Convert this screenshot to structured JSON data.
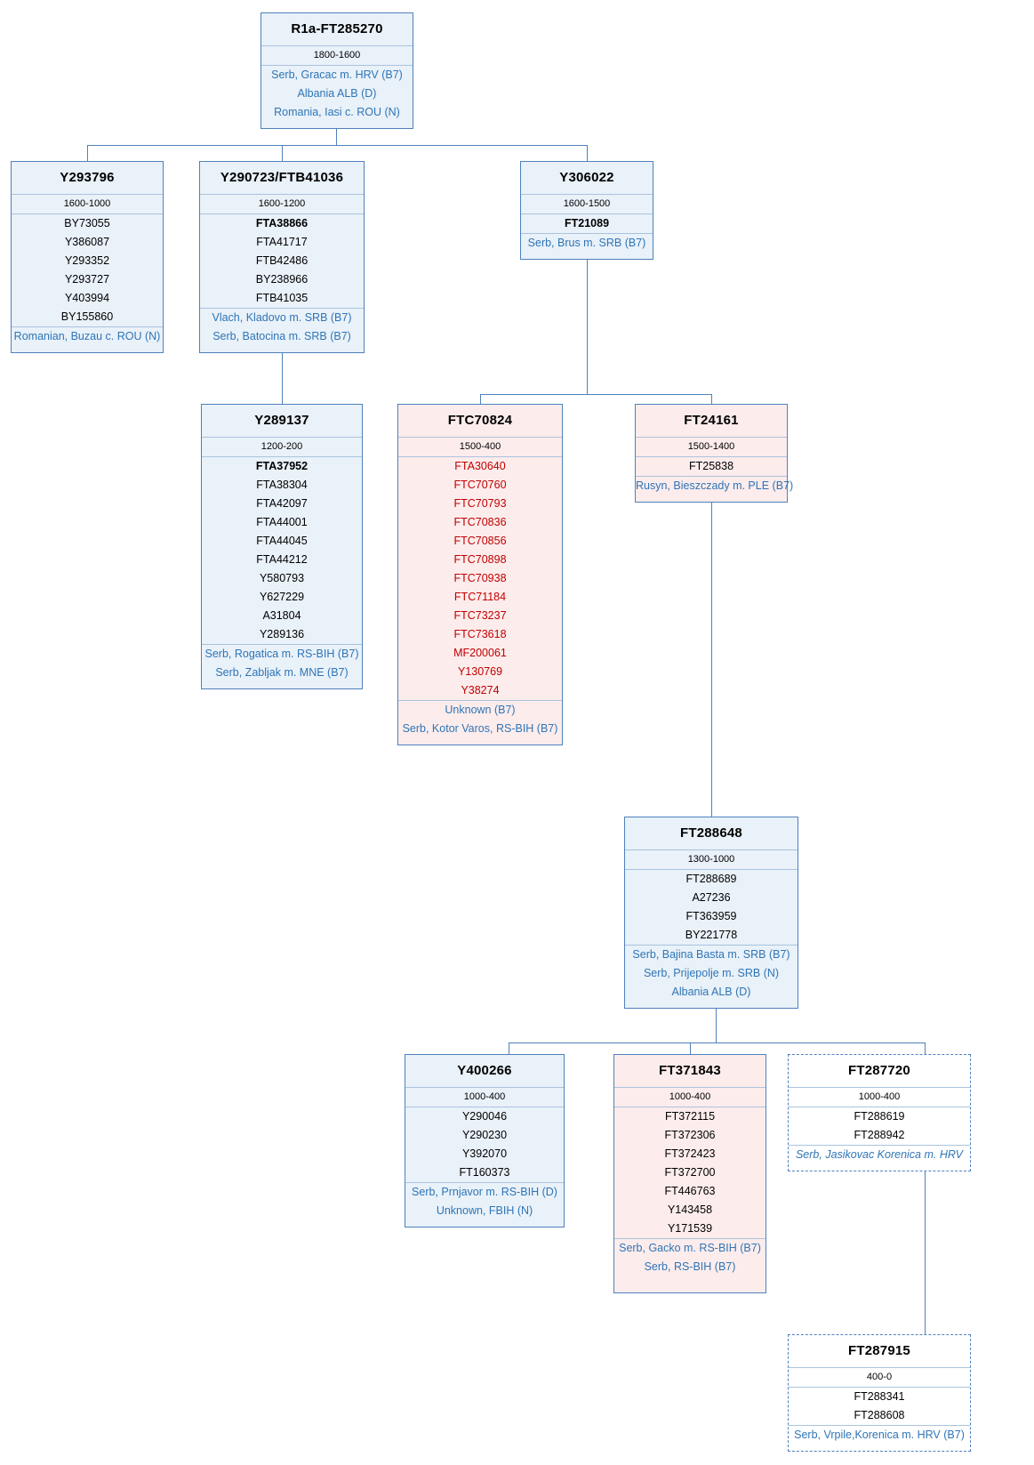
{
  "palette": {
    "border_blue": "#4f81bd",
    "separator": "#aac4dd",
    "fill_blue": "#e9f1f9",
    "fill_pink": "#fdecec",
    "fill_white": "#ffffff",
    "text_black": "#000000",
    "text_blue": "#2e75b6",
    "text_red": "#c00000",
    "connector": "#4f81bd"
  },
  "tree": {
    "nodes": [
      {
        "id": "r1a-ft285270",
        "title": "R1a-FT285270",
        "date": "1800-1600",
        "snps": [],
        "samples": [
          "Serb, Gracac m. HRV (B7)",
          "Albania ALB (D)",
          "Romania, Iasi c. ROU (N)"
        ]
      },
      {
        "id": "y293796",
        "title": "Y293796",
        "date": "1600-1000",
        "snps": [
          "BY73055",
          "Y386087",
          "Y293352",
          "Y293727",
          "Y403994",
          "BY155860"
        ],
        "samples": [
          "Romanian, Buzau c. ROU (N)"
        ]
      },
      {
        "id": "y290723-ftb41036",
        "title": "Y290723/FTB41036",
        "date": "1600-1200",
        "snps": [
          {
            "t": "FTA38866",
            "b": 1
          },
          "FTA41717",
          "FTB42486",
          "BY238966",
          "FTB41035"
        ],
        "samples": [
          "Vlach, Kladovo m. SRB (B7)",
          "Serb, Batocina m. SRB (B7)"
        ]
      },
      {
        "id": "y306022",
        "title": "Y306022",
        "date": "1600-1500",
        "snps": [
          {
            "t": "FT21089",
            "b": 1
          }
        ],
        "samples": [
          "Serb, Brus m. SRB (B7)"
        ]
      },
      {
        "id": "y289137",
        "title": "Y289137",
        "date": "1200-200",
        "snps": [
          {
            "t": "FTA37952",
            "b": 1
          },
          "FTA38304",
          "FTA42097",
          "FTA44001",
          "FTA44045",
          "FTA44212",
          "Y580793",
          "Y627229",
          "A31804",
          "Y289136"
        ],
        "samples": [
          "Serb, Rogatica m. RS-BIH (B7)",
          "Serb, Zabljak m. MNE (B7)"
        ]
      },
      {
        "id": "ftc70824",
        "title": "FTC70824",
        "date": "1500-400",
        "snps": [
          "FTA30640",
          "FTC70760",
          "FTC70793",
          "FTC70836",
          "FTC70856",
          "FTC70898",
          "FTC70938",
          "FTC71184",
          "FTC73237",
          "FTC73618",
          "MF200061",
          "Y130769",
          "Y38274"
        ],
        "samples": [
          "Unknown (B7)",
          "Serb, Kotor Varos, RS-BIH (B7)"
        ]
      },
      {
        "id": "ft24161",
        "title": "FT24161",
        "date": "1500-1400",
        "snps": [
          "FT25838"
        ],
        "samples": [
          "Rusyn, Bieszczady m. PLE (B7)"
        ]
      },
      {
        "id": "ft288648",
        "title": "FT288648",
        "date": "1300-1000",
        "snps": [
          "FT288689",
          "A27236",
          "FT363959",
          "BY221778"
        ],
        "samples": [
          "Serb, Bajina Basta m. SRB (B7)",
          "Serb, Prijepolje m. SRB (N)",
          "Albania ALB (D)"
        ]
      },
      {
        "id": "y400266",
        "title": "Y400266",
        "date": "1000-400",
        "snps": [
          "Y290046",
          "Y290230",
          "Y392070",
          "FT160373"
        ],
        "samples": [
          "Serb, Prnjavor m. RS-BIH (D)",
          "Unknown, FBIH (N)"
        ]
      },
      {
        "id": "ft371843",
        "title": "FT371843",
        "date": "1000-400",
        "snps": [
          "FT372115",
          "FT372306",
          "FT372423",
          "FT372700",
          "FT446763",
          "Y143458",
          "Y171539"
        ],
        "samples": [
          "Serb, Gacko m. RS-BIH (B7)",
          "Serb, RS-BIH (B7)"
        ]
      },
      {
        "id": "ft287720",
        "title": "FT287720",
        "date": "1000-400",
        "snps": [
          "FT288619",
          "FT288942"
        ],
        "samples": [
          "Serb, Jasikovac Korenica m. HRV"
        ]
      },
      {
        "id": "ft287915",
        "title": "FT287915",
        "date": "400-0",
        "snps": [
          "FT288341",
          "FT288608"
        ],
        "samples": [
          "Serb, Vrpile,Korenica m. HRV (B7)"
        ]
      }
    ]
  }
}
